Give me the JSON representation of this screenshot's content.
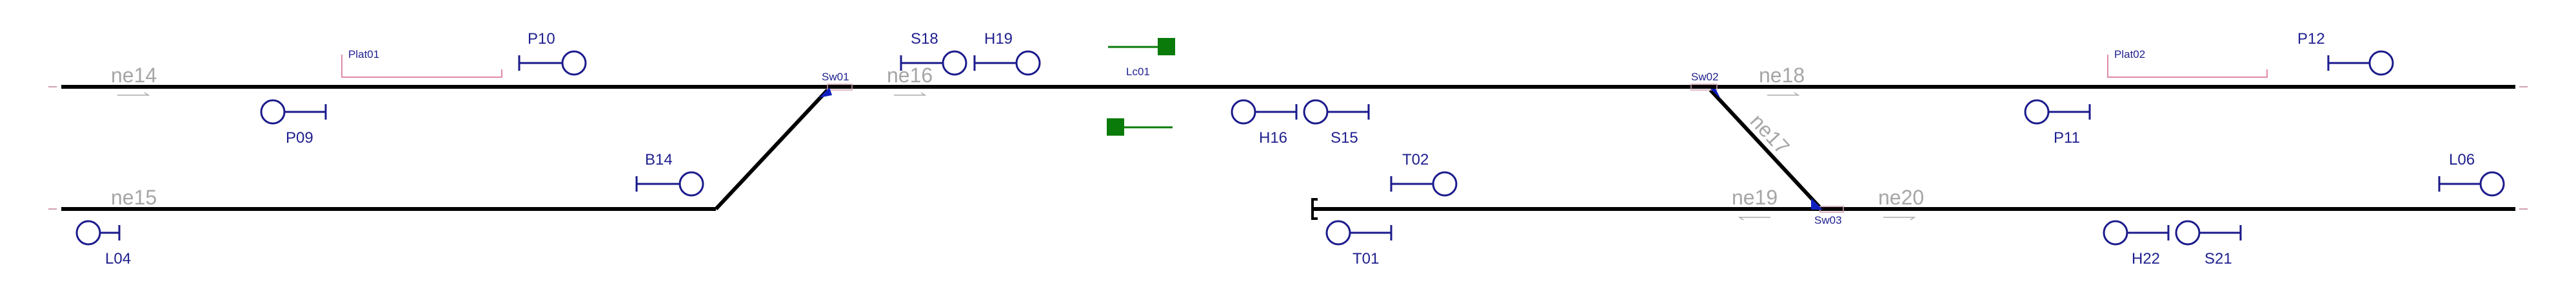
{
  "colors": {
    "track": "#000000",
    "signal": "#1a1a8c",
    "label": "#1f1f8f",
    "track_name": "#a6a6a6",
    "platform": "#e08aa6",
    "switch": "#1020c0",
    "level_crossing": "#0a7a0a"
  },
  "track_names": {
    "ne14": "ne14",
    "ne15": "ne15",
    "ne16": "ne16",
    "ne17": "ne17",
    "ne18": "ne18",
    "ne19": "ne19",
    "ne20": "ne20"
  },
  "platforms": {
    "plat01": "Plat01",
    "plat02": "Plat02"
  },
  "switches": {
    "sw01": "Sw01",
    "sw02": "Sw02",
    "sw03": "Sw03"
  },
  "level_crossing": "Lc01",
  "signals": {
    "p10": "P10",
    "p09": "P09",
    "s18": "S18",
    "h19": "H19",
    "h16": "H16",
    "s15": "S15",
    "p11": "P11",
    "p12": "P12",
    "b14": "B14",
    "l04": "L04",
    "t02": "T02",
    "t01": "T01",
    "h22": "H22",
    "s21": "S21",
    "l06": "L06"
  }
}
